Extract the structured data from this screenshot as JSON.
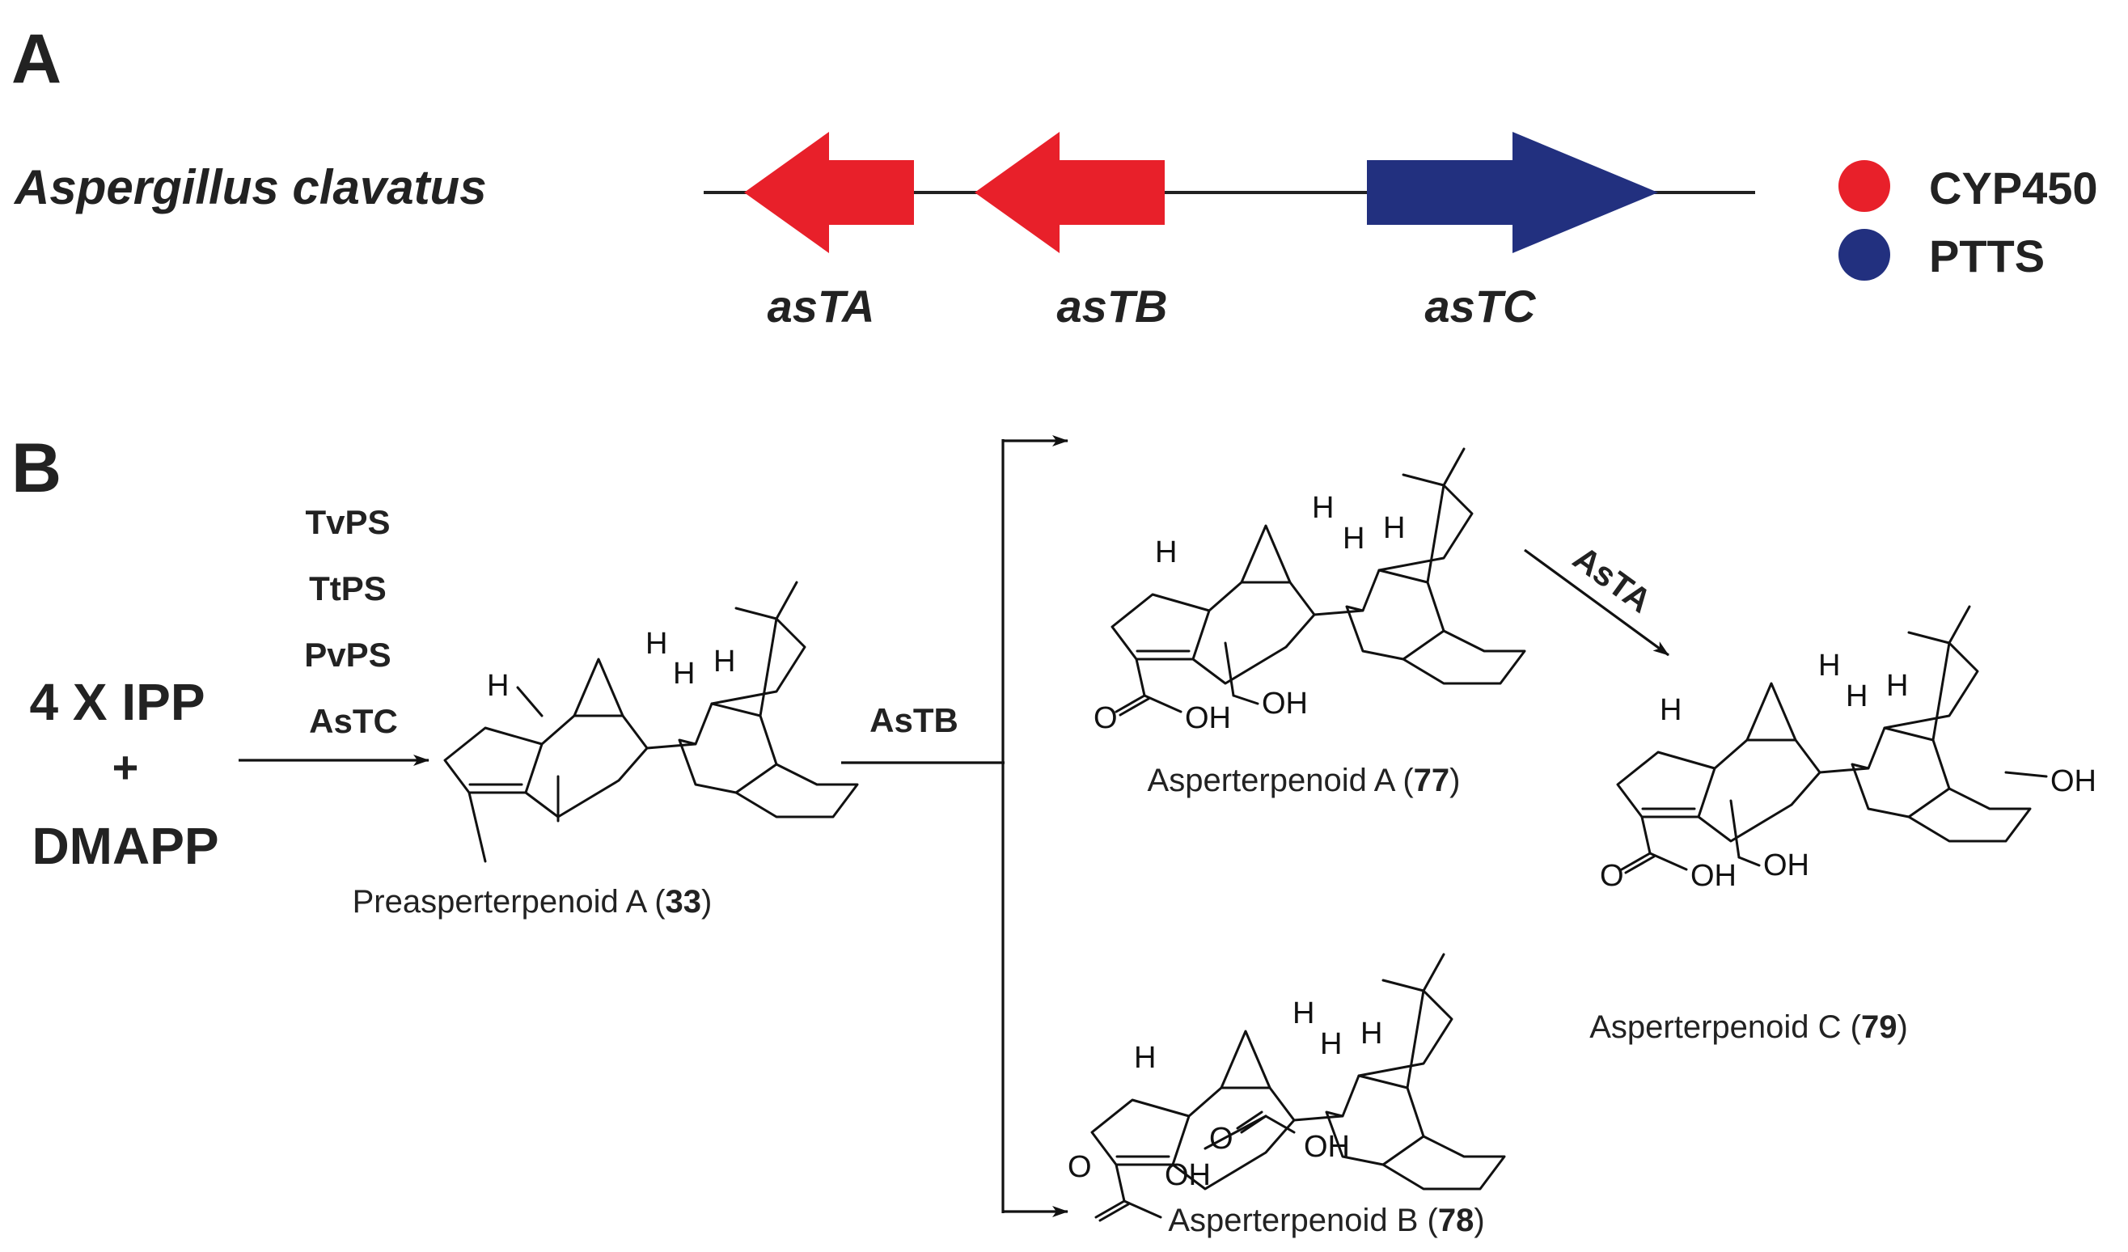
{
  "panel_a": {
    "label": "A",
    "organism": "Aspergillus clavatus",
    "genes": [
      {
        "name": "asTA",
        "class": "CYP450",
        "direction": "left"
      },
      {
        "name": "asTB",
        "class": "CYP450",
        "direction": "left"
      },
      {
        "name": "asTC",
        "class": "PTTS",
        "direction": "right"
      }
    ],
    "legend": [
      {
        "label": "CYP450",
        "color": "#e8202a"
      },
      {
        "label": "PTTS",
        "color": "#22307f"
      }
    ]
  },
  "panel_b": {
    "label": "B",
    "substrate": {
      "line1": "4 X IPP",
      "plus": "+",
      "line2": "DMAPP"
    },
    "enzymes_step1": [
      "TvPS",
      "TtPS",
      "PvPS",
      "AsTC"
    ],
    "enzyme_step2": "AsTB",
    "enzyme_step3": "AsTA",
    "compounds": [
      {
        "name": "Preasperterpenoid  A",
        "number": "33"
      },
      {
        "name": "Asperterpenoid A",
        "number": "77"
      },
      {
        "name": "Asperterpenoid B",
        "number": "78"
      },
      {
        "name": "Asperterpenoid C",
        "number": "79"
      }
    ],
    "atom_labels": {
      "h": "H",
      "oh": "OH",
      "o": "O"
    }
  }
}
